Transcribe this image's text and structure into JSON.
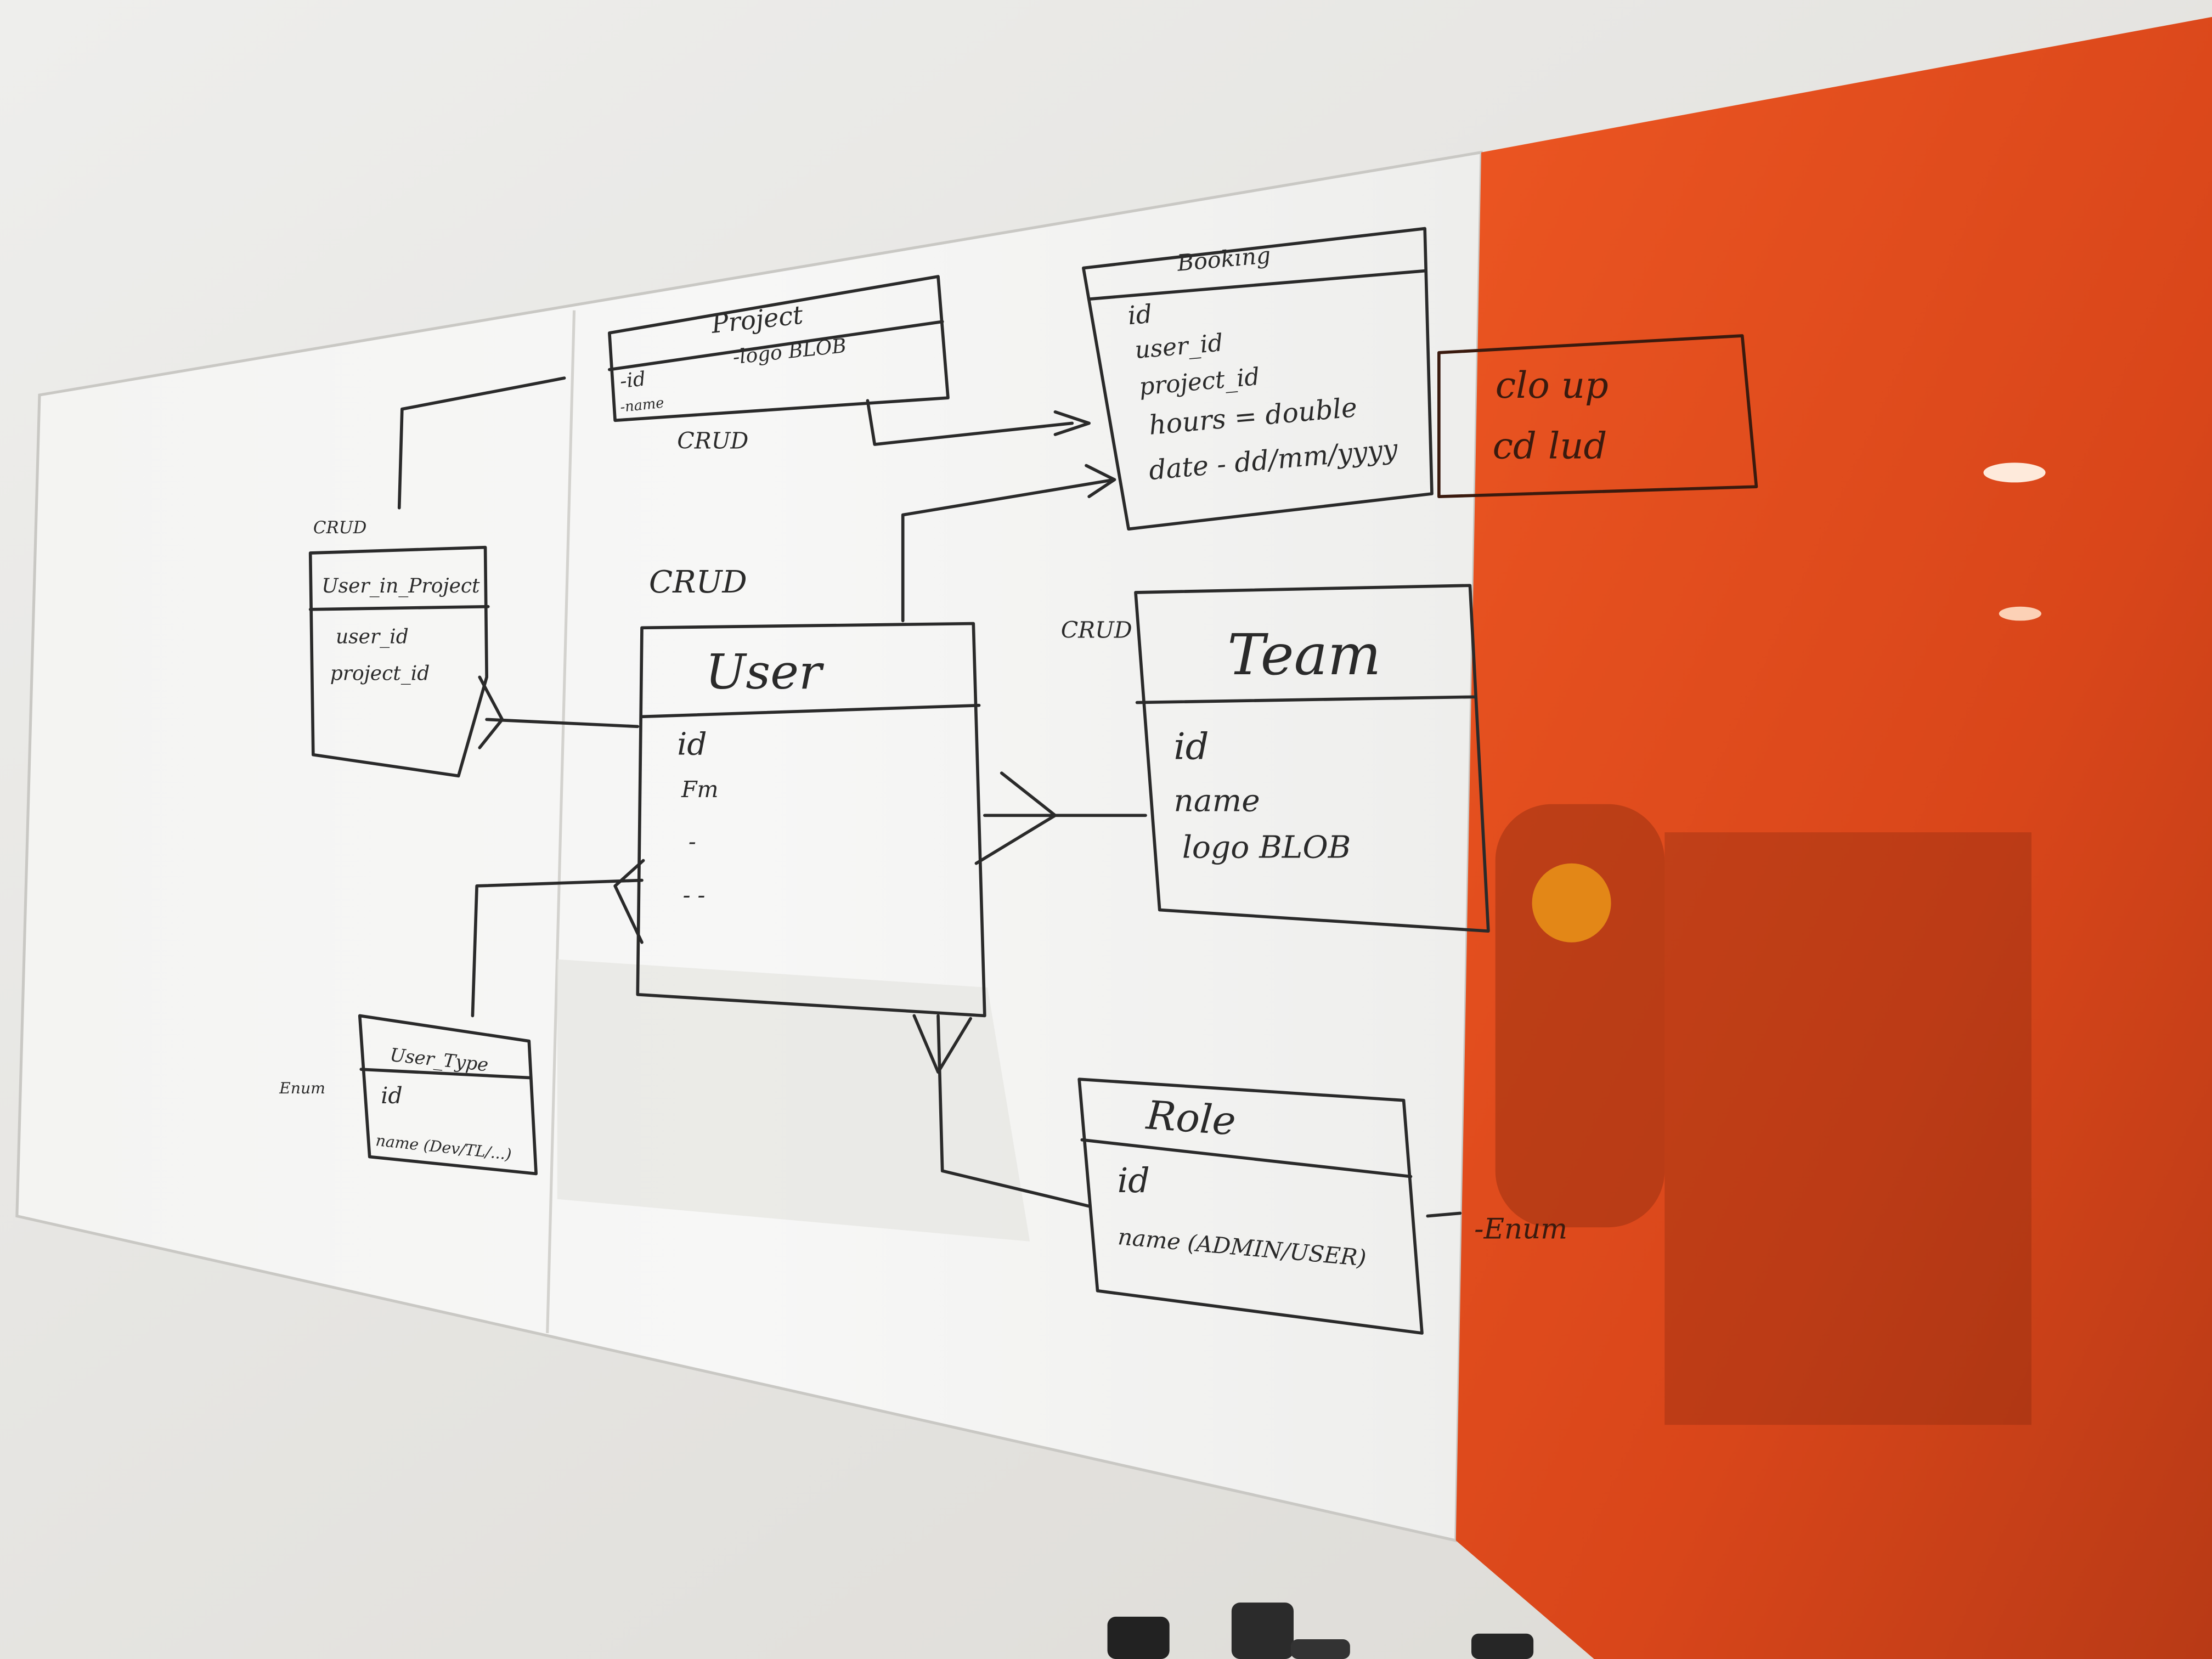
{
  "scene": {
    "colors": {
      "wall": "#e9e7e3",
      "whiteboard": "#f1f1ef",
      "orange_panel": "#e2461a",
      "marker": "#2a2a2a"
    }
  },
  "whiteboard": {
    "project": {
      "title": "Project",
      "fields": [
        "-id",
        "-name",
        "-logo BLOB"
      ],
      "tag": "CRUD"
    },
    "booking": {
      "title": "Booking",
      "fields": [
        "id",
        "user_id",
        "project_id",
        "hours = double",
        "date - dd/mm/yyyy"
      ]
    },
    "user_in_project": {
      "title": "User_in_Project",
      "fields": [
        "user_id",
        "project_id"
      ],
      "tag": "CRUD"
    },
    "user": {
      "title": "User",
      "fields": [
        "id",
        "Fm",
        "-",
        "- -"
      ],
      "tag": "CRUD"
    },
    "team": {
      "title": "Team",
      "fields": [
        "id",
        "name",
        "logo BLOB"
      ],
      "tag": "CRUD"
    },
    "user_type": {
      "title": "User_Type",
      "fields": [
        "id",
        "name (Dev/TL/...)"
      ],
      "tag": "Enum"
    },
    "role": {
      "title": "Role",
      "fields": [
        "id",
        "name (ADMIN/USER)"
      ],
      "tag": "-Enum"
    }
  },
  "orange_panel": {
    "notes": [
      "clo up",
      "cd lud"
    ]
  }
}
